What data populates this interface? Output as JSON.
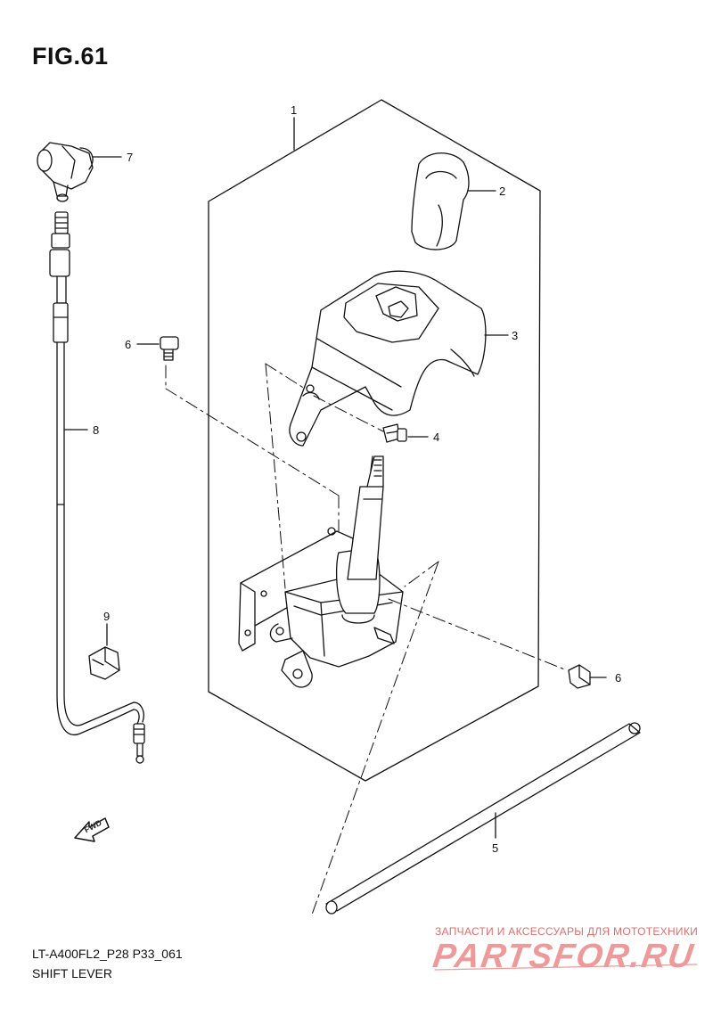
{
  "figure": {
    "title": "FIG.61",
    "model_code": "LT-A400FL2_P28 P33_061",
    "subtitle": "SHIFT LEVER"
  },
  "callouts": [
    {
      "id": "callout-1",
      "label": "1"
    },
    {
      "id": "callout-2",
      "label": "2"
    },
    {
      "id": "callout-3",
      "label": "3"
    },
    {
      "id": "callout-4",
      "label": "4"
    },
    {
      "id": "callout-5",
      "label": "5"
    },
    {
      "id": "callout-6a",
      "label": "6"
    },
    {
      "id": "callout-6b",
      "label": "6"
    },
    {
      "id": "callout-7",
      "label": "7"
    },
    {
      "id": "callout-8",
      "label": "8"
    },
    {
      "id": "callout-9",
      "label": "9"
    }
  ],
  "direction_mark": {
    "text": "FWD",
    "icon": "forward-arrow-icon"
  },
  "watermark": {
    "tagline": "ЗАПЧАСТИ И АКСЕССУАРЫ ДЛЯ МОТОТЕХНИКИ",
    "logo_text": "PARTSFOR.RU"
  },
  "colors": {
    "line": "#111111",
    "watermark": "#ef9a9a",
    "watermark_text": "#e06d6d"
  }
}
